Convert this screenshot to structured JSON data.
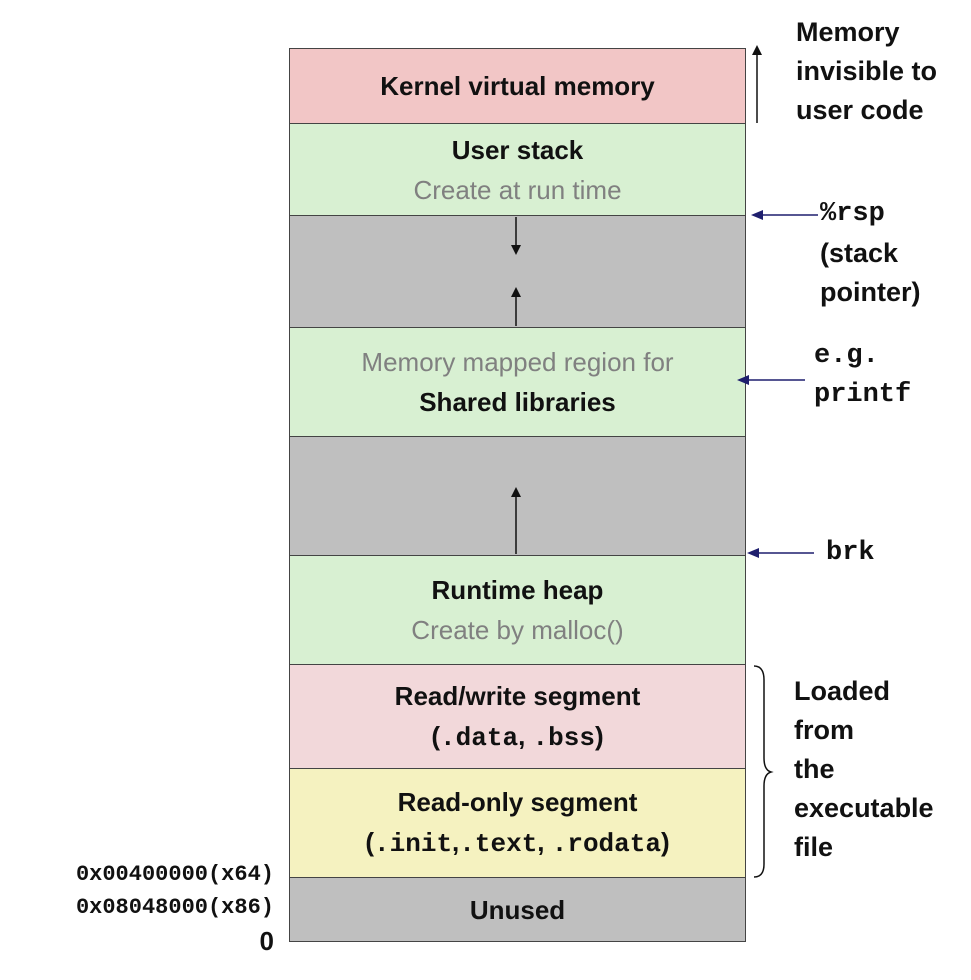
{
  "segments": {
    "kernel": {
      "title": "Kernel virtual memory",
      "color": "#f2c6c6"
    },
    "stack": {
      "title": "User stack",
      "subtitle": "Create at run time",
      "color": "#d8f0d2"
    },
    "gap1": {
      "color": "#bfbfbf"
    },
    "mmap": {
      "subtitle": "Memory mapped region for",
      "title": "Shared libraries",
      "color": "#d8f0d2"
    },
    "gap2": {
      "color": "#bfbfbf"
    },
    "heap": {
      "title": "Runtime heap",
      "subtitle": "Create by malloc()",
      "color": "#d8f0d2"
    },
    "rw": {
      "title": "Read/write segment",
      "open": "(",
      "d1": ".data",
      "sep": ", ",
      "d2": ".bss",
      "close": ")",
      "color": "#f2d8da"
    },
    "ro": {
      "title": "Read-only segment",
      "open": "(",
      "d1": ".init",
      "sep1": ",",
      "d2": ".text",
      "sep2": ", ",
      "d3": ".rodata",
      "close": ")",
      "color": "#f5f2c0"
    },
    "unused": {
      "title": "Unused",
      "color": "#bfbfbf"
    }
  },
  "annotations": {
    "kernel_note": [
      "Memory",
      "invisible to",
      "user code"
    ],
    "rsp_reg": "%rsp",
    "rsp_note": [
      "(stack",
      "pointer)"
    ],
    "eg": "e.g.",
    "printf": "printf",
    "brk": "brk",
    "loaded_note": [
      "Loaded",
      "from",
      "the",
      "executable",
      "file"
    ]
  },
  "addresses": {
    "x64_addr": "0x00400000",
    "x64_tag": "(x64)",
    "x86_addr": "0x08048000",
    "x86_tag": "(x86)",
    "zero": "0"
  },
  "colors": {
    "arrow_blue": "#1f1f6e",
    "border": "#444444"
  }
}
